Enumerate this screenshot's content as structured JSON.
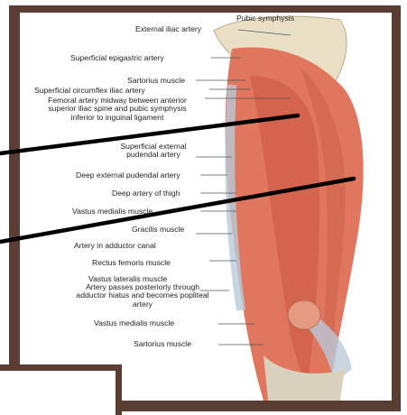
{
  "labels": {
    "pubic_symphysis": "Pubic symphysis",
    "external_iliac_artery": "External iliac artery",
    "superficial_epigastric_artery": "Superficial epigastric artery",
    "sartorius_muscle_top": "Sartorius muscle",
    "superficial_circumflex_iliac_artery": "Superficial circumflex iliac artery",
    "femoral_artery_note": "Femoral artery midway between anterior superior iliac spine and pubic symphysis inferior to inguinal ligament",
    "superficial_external_pudendal_artery": "Superficial external pudendal artery",
    "deep_external_pudendal_artery": "Deep external pudendal artery",
    "deep_artery_of_thigh": "Deep artery of thigh",
    "vastus_medialis_muscle_top": "Vastus medialis muscle",
    "gracilis_muscle": "Gracilis muscle",
    "artery_in_adductor_canal": "Artery in adductor canal",
    "rectus_femoris_muscle": "Rectus femoris muscle",
    "vastus_lateralis_muscle": "Vastus lateralis muscle",
    "artery_passes_posteriorly": "Artery passes posteriorly through adductor hiatus and becomes popliteal artery",
    "vastus_medialis_muscle_bottom": "Vastus medialis muscle",
    "sartorius_muscle_bottom": "Sartorius muscle"
  },
  "colors": {
    "frame": "#5a3d33",
    "muscle": "#e0765e",
    "muscle_dark": "#c9553f",
    "fascia": "#b9cbd8",
    "bone": "#e9dfc4",
    "leader": "#555555",
    "pointer_line": "#000000"
  }
}
